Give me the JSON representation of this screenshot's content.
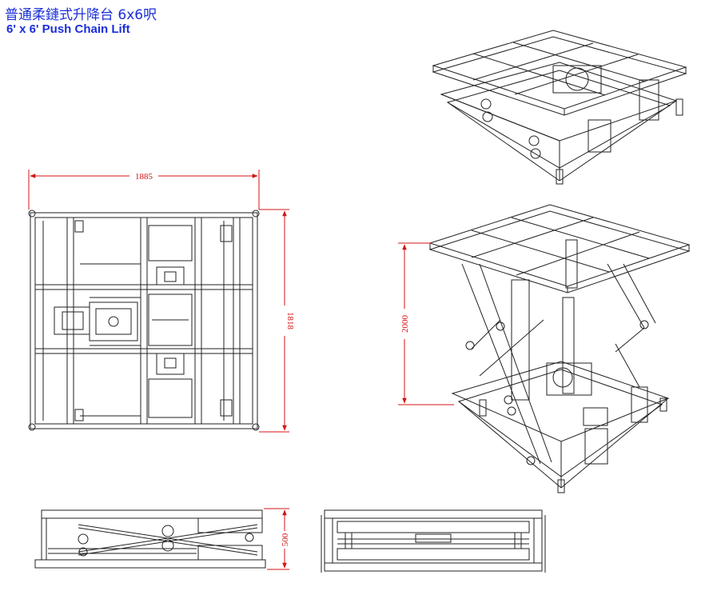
{
  "title": {
    "chinese": "普通柔鏈式升降台 6x6呎",
    "english": "6' x 6' Push Chain Lift"
  },
  "dimensions": {
    "width": "1885",
    "depth": "1818",
    "raised_height": "2000",
    "lowered_height": "500"
  },
  "colors": {
    "title": "#1a2fd8",
    "dimension": "#d41414",
    "line": "#222222"
  }
}
